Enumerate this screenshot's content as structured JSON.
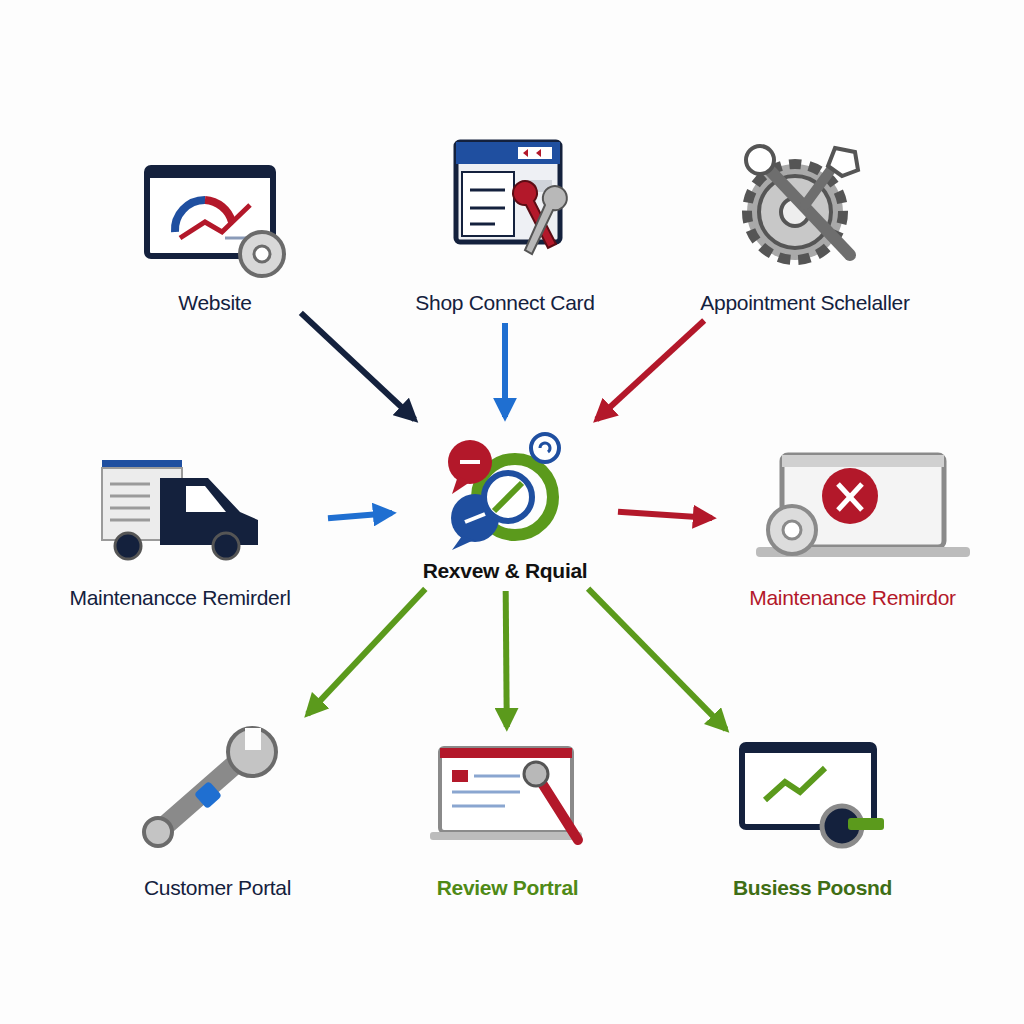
{
  "diagram": {
    "nodes": [
      {
        "text": [
          "Website"
        ]
      },
      {
        "text": [
          "Shop Connect Card"
        ]
      },
      {
        "text": [
          "Appointment Schelaller"
        ]
      },
      {
        "text": [
          "Maintenancce Remirderl"
        ]
      },
      {
        "text": [
          "Rexvew & Rquial"
        ]
      },
      {
        "text": [
          "Maintenance Remirdor"
        ]
      },
      {
        "text": [
          "Customer Portal"
        ]
      },
      {
        "text": [
          "Review Portral"
        ]
      },
      {
        "text": [
          "Busiess Poosnd"
        ]
      }
    ],
    "edges": [
      {
        "from": 0,
        "to": 4,
        "arrow": "to"
      },
      {
        "from": 1,
        "to": 4,
        "arrow": "to"
      },
      {
        "from": 2,
        "to": 4,
        "arrow": "to"
      },
      {
        "from": 3,
        "to": 4,
        "arrow": "to"
      },
      {
        "from": 4,
        "to": 5,
        "arrow": "to"
      },
      {
        "from": 4,
        "to": 6,
        "arrow": "to"
      },
      {
        "from": 4,
        "to": 7,
        "arrow": "to"
      },
      {
        "from": 4,
        "to": 8,
        "arrow": "to"
      }
    ]
  }
}
